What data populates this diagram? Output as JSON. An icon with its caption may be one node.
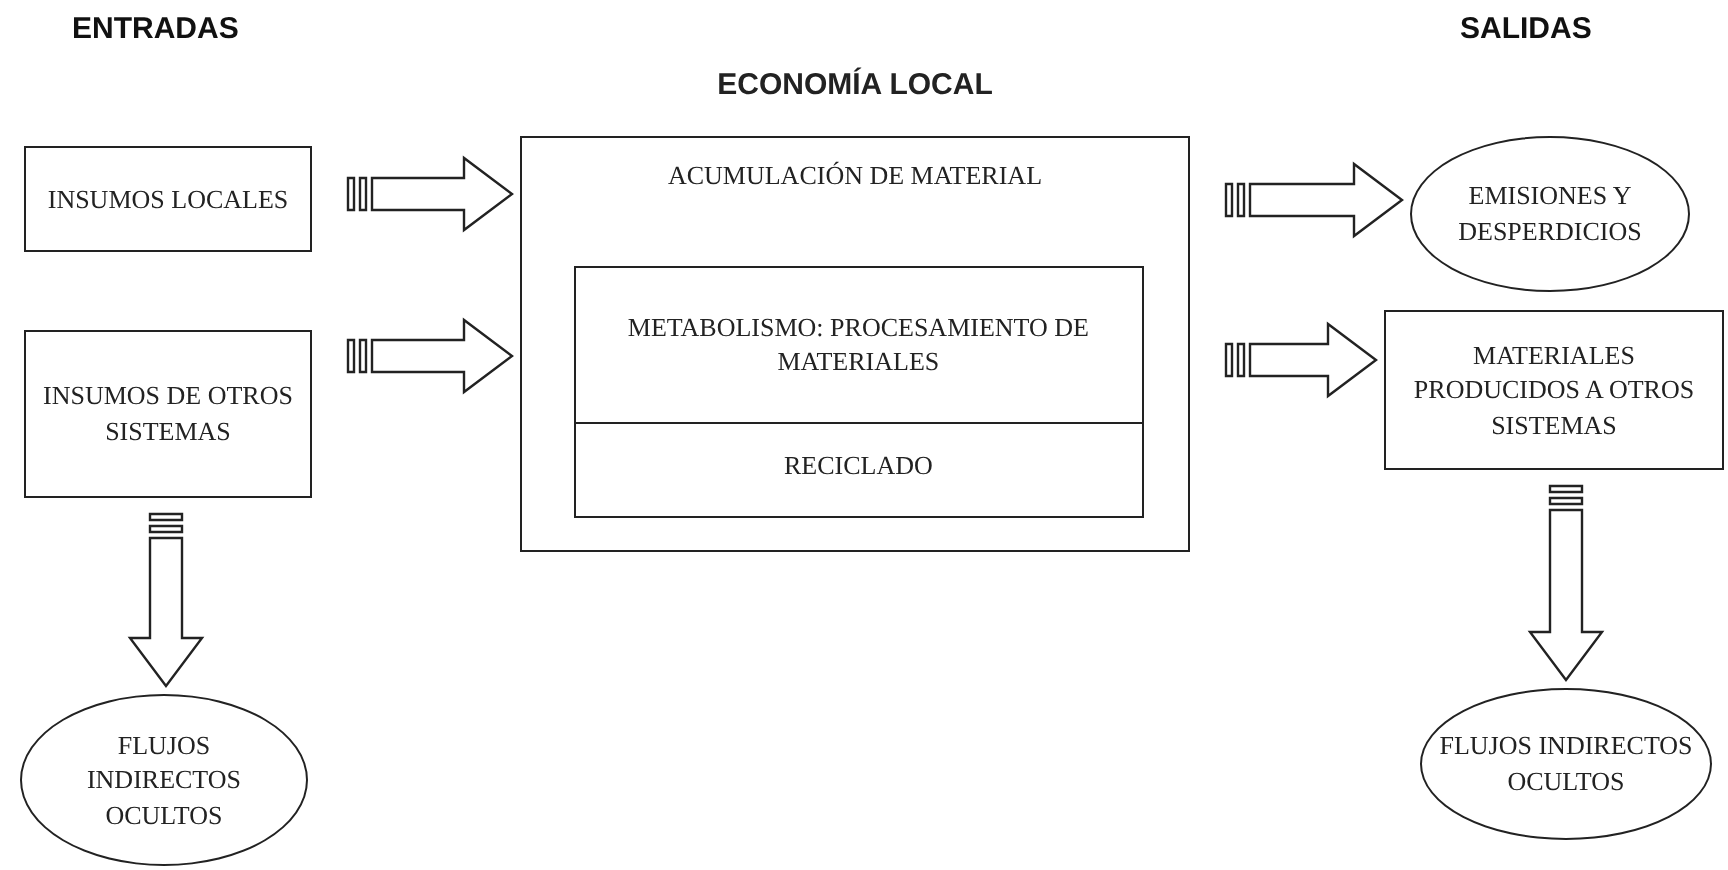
{
  "diagram": {
    "nodes": [
      {
        "text": [
          "INSUMOS LOCALES"
        ]
      },
      {
        "text": [
          "INSUMOS DE OTROS SISTEMAS"
        ]
      },
      {
        "text": [
          "FLUJOS INDIRECTOS OCULTOS"
        ]
      },
      {
        "text": [
          "ECONOMÍA LOCAL",
          "ACUMULACIÓN DE MATERIAL"
        ]
      },
      {
        "text": [
          "METABOLISMO: PROCESAMIENTO DE MATERIALES"
        ],
        "in": 3
      },
      {
        "text": [
          "RECICLADO"
        ],
        "in": 3
      },
      {
        "text": [
          "EMISIONES Y DESPERDICIOS"
        ]
      },
      {
        "text": [
          "MATERIALES PRODUCIDOS A OTROS SISTEMAS"
        ]
      },
      {
        "text": [
          "FLUJOS INDIRECTOS OCULTOS"
        ]
      }
    ],
    "edges": [
      {
        "from": 0,
        "to": 3,
        "arrow": "to"
      },
      {
        "from": 1,
        "to": 3,
        "arrow": "to"
      },
      {
        "from": 3,
        "to": 6,
        "arrow": "to"
      },
      {
        "from": 3,
        "to": 7,
        "arrow": "to"
      },
      {
        "from": 1,
        "to": 2,
        "arrow": "to"
      },
      {
        "from": 7,
        "to": 8,
        "arrow": "to"
      }
    ],
    "labels": [
      "ENTRADAS",
      "SALIDAS"
    ]
  }
}
